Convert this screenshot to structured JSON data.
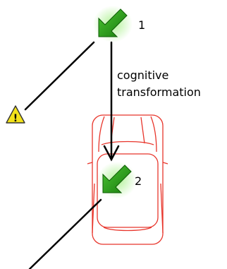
{
  "markers": [
    {
      "label": "1",
      "icon": "green-arrow-icon"
    },
    {
      "label": "2",
      "icon": "green-arrow-icon"
    }
  ],
  "arrow_label": {
    "line1": "cognitive",
    "line2": "transformation"
  },
  "warning": {
    "icon": "warning-icon",
    "glyph": "!"
  },
  "vehicle": {
    "icon": "car-icon"
  },
  "colors": {
    "arrow_green_dark": "#1d7a10",
    "arrow_green_light": "#5fd43c",
    "car_outline": "#e8352b",
    "warning_fill": "#f3e21a",
    "line": "#000000"
  }
}
